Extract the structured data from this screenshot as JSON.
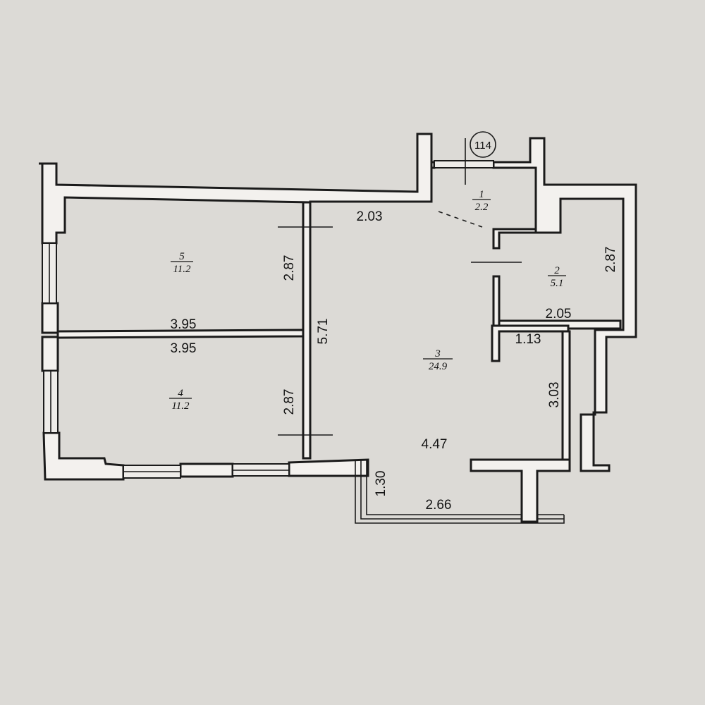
{
  "building_number": "114",
  "rooms": [
    {
      "id": "1",
      "number": "1",
      "area": "2.2"
    },
    {
      "id": "2",
      "number": "2",
      "area": "5.1"
    },
    {
      "id": "3",
      "number": "3",
      "area": "24.9"
    },
    {
      "id": "4",
      "number": "4",
      "area": "11.2"
    },
    {
      "id": "5",
      "number": "5",
      "area": "11.2"
    }
  ],
  "dimensions": {
    "room5_width": "3.95",
    "room5_depth": "2.87",
    "room4_width": "3.95",
    "room4_depth": "2.87",
    "room3_corridor_width": "2.03",
    "room3_left_height": "5.71",
    "room3_width": "4.47",
    "room3_right_height": "3.03",
    "room3_step_width": "1.13",
    "balcony_depth": "1.30",
    "balcony_width": "2.66",
    "room2_width": "2.05",
    "room2_depth": "2.87"
  }
}
